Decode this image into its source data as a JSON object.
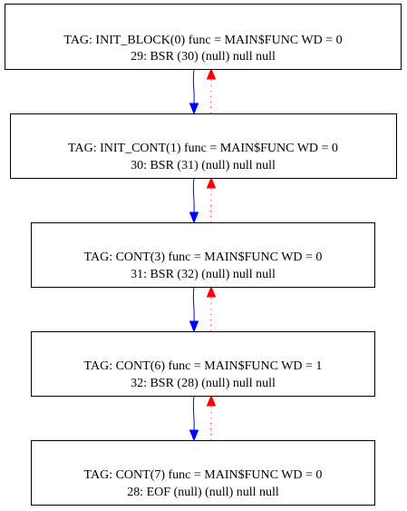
{
  "graph": {
    "nodes": [
      {
        "id": "n0",
        "line1": "TAG: INIT_BLOCK(0)  func = MAIN$FUNC WD = 0",
        "line2": "29: BSR (30) (null) null null"
      },
      {
        "id": "n1",
        "line1": "TAG: INIT_CONT(1)  func = MAIN$FUNC WD = 0",
        "line2": "30: BSR (31) (null) null null"
      },
      {
        "id": "n2",
        "line1": "TAG: CONT(3)  func = MAIN$FUNC WD = 0",
        "line2": "31: BSR (32) (null) null null"
      },
      {
        "id": "n3",
        "line1": "TAG: CONT(6)  func = MAIN$FUNC WD = 1",
        "line2": "32: BSR (28) (null) null null"
      },
      {
        "id": "n4",
        "line1": "TAG: CONT(7)  func = MAIN$FUNC WD = 0",
        "line2": "28: EOF (null) (null) null null"
      }
    ],
    "edges": [
      {
        "from": "n0",
        "to": "n1",
        "style": "solid",
        "color": "#0000ff"
      },
      {
        "from": "n1",
        "to": "n0",
        "style": "dotted",
        "color": "#ff0000"
      },
      {
        "from": "n1",
        "to": "n2",
        "style": "solid",
        "color": "#0000ff"
      },
      {
        "from": "n2",
        "to": "n1",
        "style": "dotted",
        "color": "#ff0000"
      },
      {
        "from": "n2",
        "to": "n3",
        "style": "solid",
        "color": "#0000ff"
      },
      {
        "from": "n3",
        "to": "n2",
        "style": "dotted",
        "color": "#ff0000"
      },
      {
        "from": "n3",
        "to": "n4",
        "style": "solid",
        "color": "#0000ff"
      },
      {
        "from": "n4",
        "to": "n3",
        "style": "dotted",
        "color": "#ff0000"
      }
    ]
  }
}
